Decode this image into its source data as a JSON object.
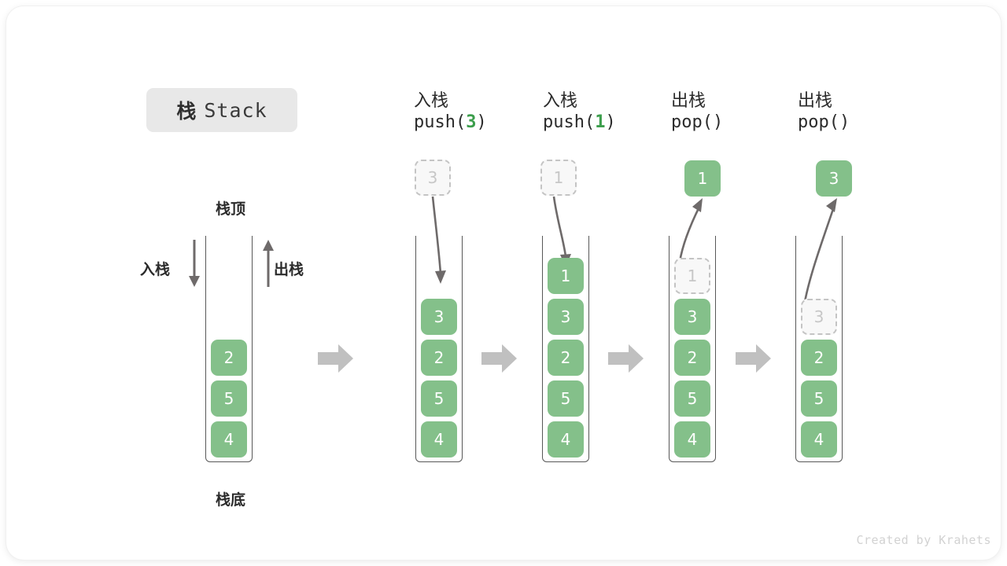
{
  "title": {
    "cn": "栈",
    "en": "Stack"
  },
  "colors": {
    "cell_fill": "#84c08a",
    "cell_text": "#ffffff",
    "ghost_fill": "#f8f8f8",
    "ghost_border": "#c4c4c4",
    "ghost_text": "#c7c7c7",
    "accent_green": "#3c9e4c",
    "container_stroke": "#585858",
    "connector_arrow": "#c0c0c0",
    "curve_arrow": "#6e6a6a",
    "chip_bg": "#e8e8e8"
  },
  "base_stack": {
    "top_label": "栈顶",
    "bottom_label": "栈底",
    "push_label": "入栈",
    "pop_label": "出栈",
    "items": [
      "2",
      "5",
      "4"
    ]
  },
  "stages": [
    {
      "id": "push-3",
      "op_cn": "入栈",
      "op_code_prefix": "push(",
      "op_code_value": "3",
      "op_code_suffix": ")",
      "floating": {
        "value": "3",
        "style": "ghost"
      },
      "items": [
        "3",
        "2",
        "5",
        "4"
      ],
      "ghost_index": null
    },
    {
      "id": "push-1",
      "op_cn": "入栈",
      "op_code_prefix": "push(",
      "op_code_value": "1",
      "op_code_suffix": ")",
      "floating": {
        "value": "1",
        "style": "ghost"
      },
      "items": [
        "1",
        "3",
        "2",
        "5",
        "4"
      ],
      "ghost_index": null
    },
    {
      "id": "pop-1",
      "op_cn": "出栈",
      "op_code_prefix": "pop(",
      "op_code_value": "",
      "op_code_suffix": ")",
      "floating": {
        "value": "1",
        "style": "filled"
      },
      "items": [
        "1",
        "3",
        "2",
        "5",
        "4"
      ],
      "ghost_index": 0
    },
    {
      "id": "pop-3",
      "op_cn": "出栈",
      "op_code_prefix": "pop(",
      "op_code_value": "",
      "op_code_suffix": ")",
      "floating": {
        "value": "3",
        "style": "filled"
      },
      "items": [
        "3",
        "2",
        "5",
        "4"
      ],
      "ghost_index": 0
    }
  ],
  "footer": "Created by Krahets"
}
